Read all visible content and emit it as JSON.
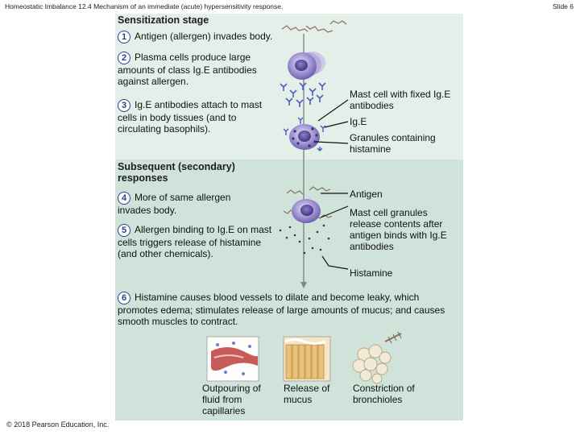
{
  "header": {
    "title": "Homeostatic Imbalance 12.4 Mechanism of an immediate (acute) hypersensitivity response.",
    "slide": "Slide 6"
  },
  "sensitization": {
    "title": "Sensitization stage",
    "steps": [
      {
        "num": "1",
        "text": "Antigen (allergen) invades body."
      },
      {
        "num": "2",
        "text": "Plasma cells produce large amounts of class Ig.E antibodies against allergen."
      },
      {
        "num": "3",
        "text": "Ig.E antibodies attach to mast cells in body tissues (and to circulating basophils)."
      }
    ],
    "labels": {
      "mast_cell": "Mast cell with fixed Ig.E antibodies",
      "ige": "Ig.E",
      "granules": "Granules containing histamine"
    }
  },
  "subsequent": {
    "title": "Subsequent (secondary) responses",
    "steps": [
      {
        "num": "4",
        "text": "More of same allergen invades body."
      },
      {
        "num": "5",
        "text": "Allergen binding to Ig.E on mast cells triggers release of histamine (and other chemicals)."
      },
      {
        "num": "6",
        "text": "Histamine causes blood vessels to dilate and become leaky, which promotes edema; stimulates release of large amounts of mucus; and causes smooth muscles to contract."
      }
    ],
    "labels": {
      "antigen": "Antigen",
      "granule_release": "Mast cell granules release contents after antigen binds with Ig.E antibodies",
      "histamine": "Histamine"
    },
    "effects": [
      {
        "text": "Outpouring of fluid from capillaries"
      },
      {
        "text": "Release of mucus"
      },
      {
        "text": "Constriction of bronchioles"
      }
    ]
  },
  "copyright": "© 2018 Pearson Education, Inc.",
  "colors": {
    "panel_top": "#e4efe9",
    "panel_bottom": "#cfe3da",
    "step_number": "#2d3e8f",
    "cell": "#7b6fb8",
    "antibody": "#4a5fc1"
  }
}
